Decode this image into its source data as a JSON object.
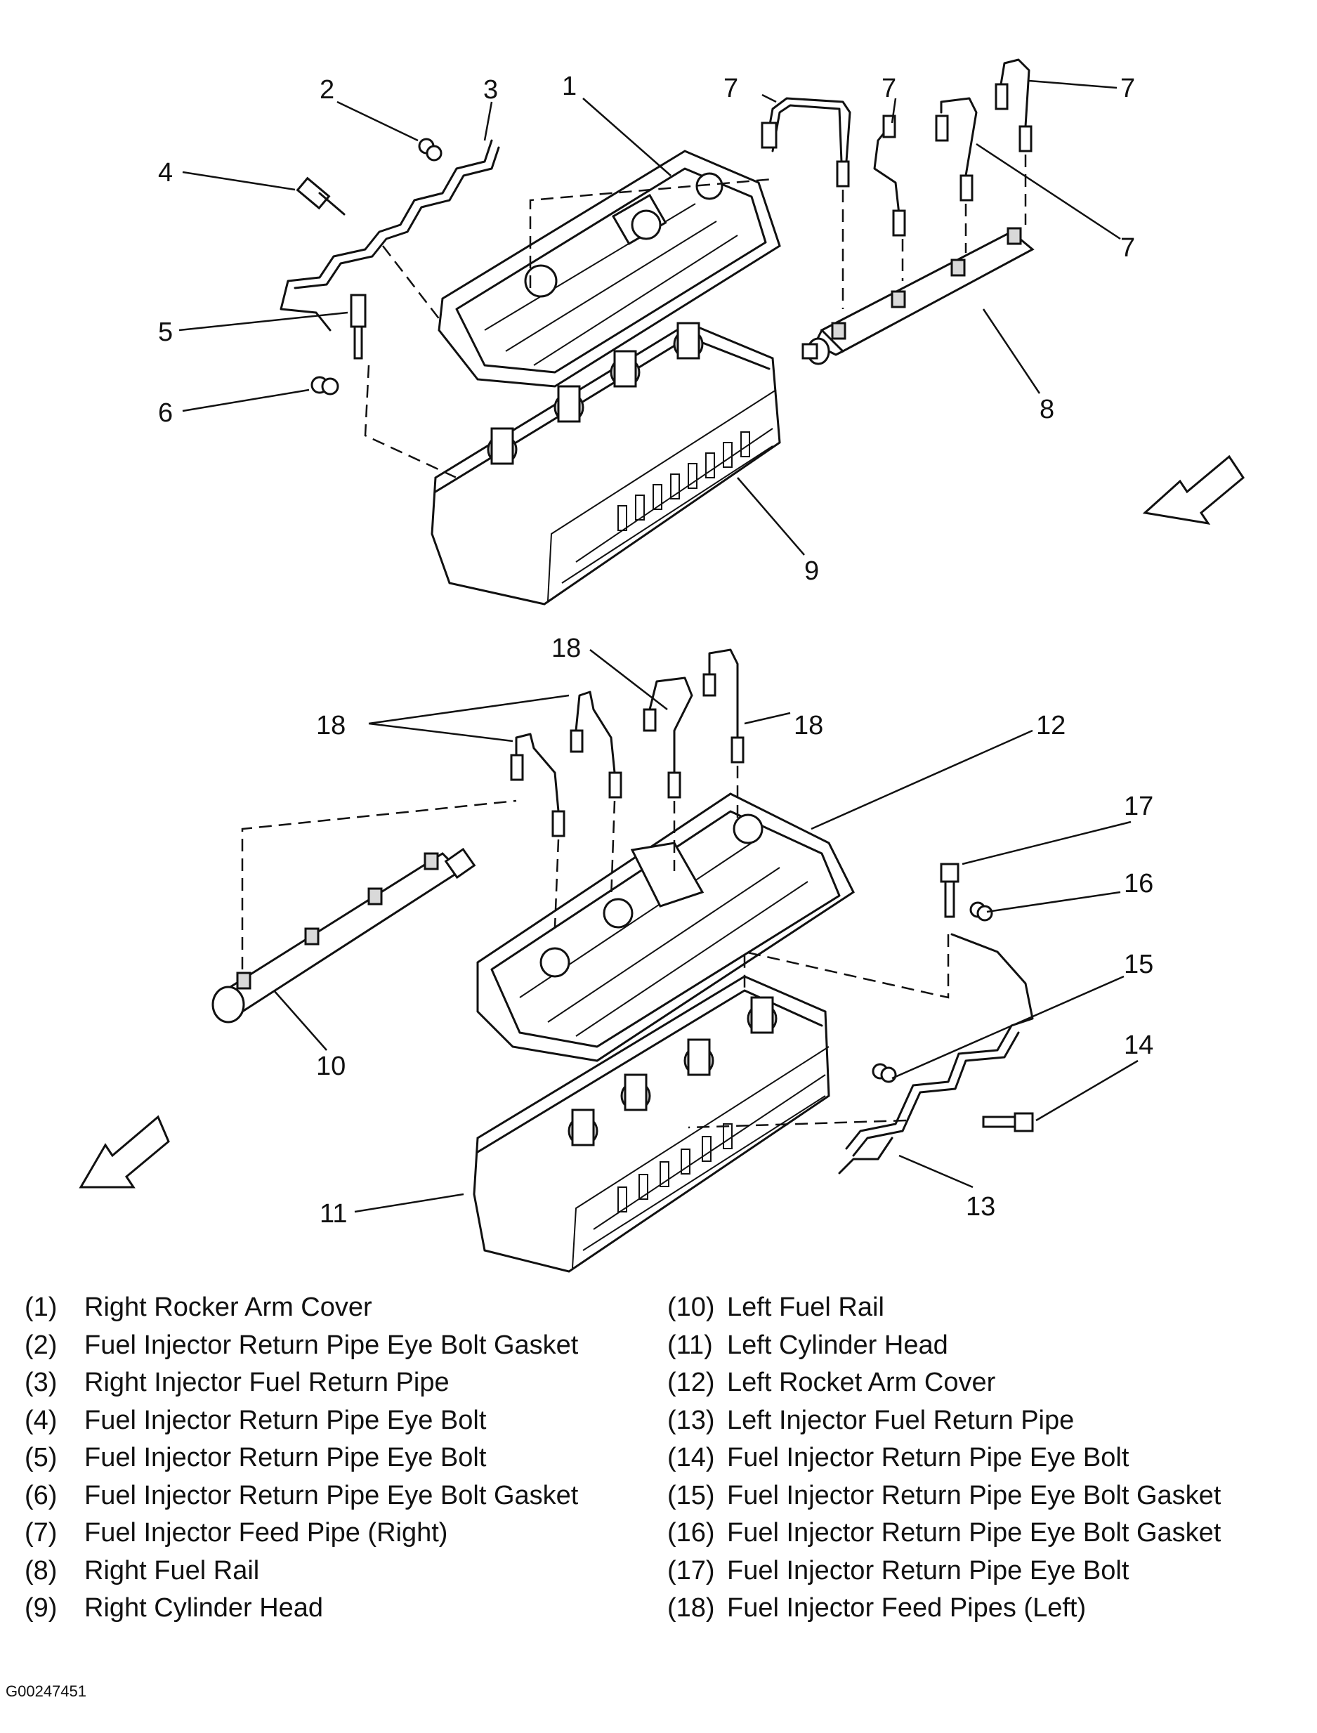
{
  "callouts": [
    "1",
    "2",
    "3",
    "4",
    "5",
    "6",
    "7",
    "8",
    "9",
    "10",
    "11",
    "12",
    "13",
    "14",
    "15",
    "16",
    "17",
    "18"
  ],
  "legend_left": [
    {
      "num": "(1)",
      "label": "Right Rocker Arm Cover"
    },
    {
      "num": "(2)",
      "label": "Fuel Injector Return Pipe Eye Bolt Gasket"
    },
    {
      "num": "(3)",
      "label": "Right Injector Fuel Return Pipe"
    },
    {
      "num": "(4)",
      "label": "Fuel Injector Return Pipe Eye Bolt"
    },
    {
      "num": "(5)",
      "label": "Fuel Injector Return Pipe Eye Bolt"
    },
    {
      "num": "(6)",
      "label": "Fuel Injector Return Pipe Eye Bolt Gasket"
    },
    {
      "num": "(7)",
      "label": "Fuel Injector Feed Pipe (Right)"
    },
    {
      "num": "(8)",
      "label": "Right Fuel Rail"
    },
    {
      "num": "(9)",
      "label": "Right Cylinder Head"
    }
  ],
  "legend_right": [
    {
      "num": "(10)",
      "label": "Left Fuel Rail"
    },
    {
      "num": "(11)",
      "label": "Left Cylinder Head"
    },
    {
      "num": "(12)",
      "label": "Left Rocket Arm Cover"
    },
    {
      "num": "(13)",
      "label": "Left Injector Fuel Return Pipe"
    },
    {
      "num": "(14)",
      "label": "Fuel Injector Return Pipe Eye Bolt"
    },
    {
      "num": "(15)",
      "label": "Fuel Injector Return Pipe Eye Bolt Gasket"
    },
    {
      "num": "(16)",
      "label": "Fuel Injector Return Pipe Eye Bolt Gasket"
    },
    {
      "num": "(17)",
      "label": "Fuel Injector Return Pipe Eye Bolt"
    },
    {
      "num": "(18)",
      "label": "Fuel Injector Feed Pipes (Left)"
    }
  ],
  "figure_code": "G00247451"
}
